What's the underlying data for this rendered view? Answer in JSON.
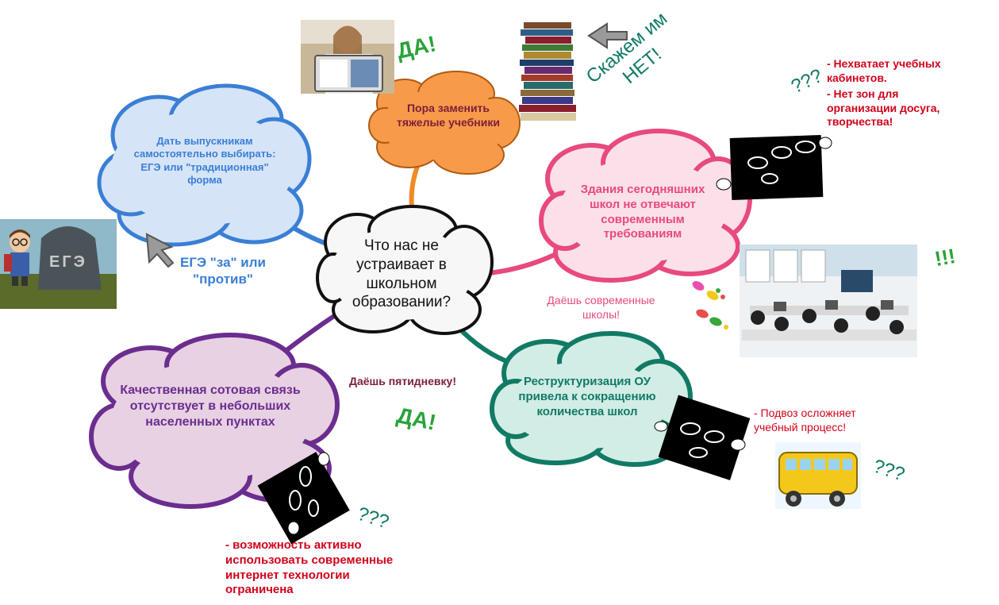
{
  "center": {
    "text": "Что нас не устраивает в школьном образовании?"
  },
  "clouds": {
    "ege": {
      "text": "Дать выпускникам самостоятельно выбирать: ЕГЭ или \"традиционная\" форма",
      "color": "#3a7fd5",
      "fill": "#d6e4f7"
    },
    "textbooks": {
      "text": "Пора заменить тяжелые учебники",
      "color": "#7a1f3a",
      "fill": "#f79a4a"
    },
    "buildings": {
      "text": "Здания сегодняшних школ не отвечают современным требованиям",
      "color": "#e8497f",
      "fill": "#fbe0ea"
    },
    "restructure": {
      "text": "Реструктуризация ОУ привела к сокращению количества школ",
      "color": "#117a65",
      "fill": "#d2ece6"
    },
    "cellular": {
      "text": "Качественная сотовая связь отсутствует в небольших населенных пунктах",
      "color": "#6b2d8e",
      "fill": "#e7d1e3"
    }
  },
  "labels": {
    "ege_vote": "ЕГЭ \"за\" или \"против\"",
    "da_top": "ДА!",
    "say_no": "Скажем им НЕТ!",
    "q_top": "???",
    "rooms_line1": "- Нехватает учебных кабинетов.",
    "rooms_line2": "- Нет зон для организации досуга, творчества!",
    "excl": "!!!",
    "modern": "Даёшь современные школы!",
    "five_day": "Даёшь пятидневку!",
    "da_mid": "ДА!",
    "bus_text": "- Подвоз осложняет учебный процесс!",
    "q_bus": "???",
    "q_bottom": "???",
    "internet": "- возможность активно использовать современные интернет технологии ограничена"
  },
  "egeStone": "ЕГЭ",
  "colors": {
    "ege": "#3a7fd5",
    "green": "#2aa33a",
    "red": "#d0021b",
    "pink": "#e8497f",
    "teal": "#117a65",
    "purple": "#6b2d8e",
    "orange": "#f08a24"
  }
}
